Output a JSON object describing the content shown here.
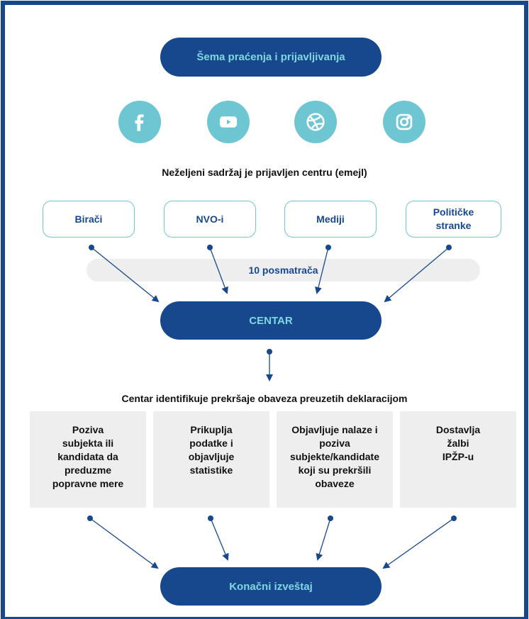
{
  "title": "Šema praćenja i prijavljivanja",
  "social_icons": [
    {
      "name": "facebook-icon"
    },
    {
      "name": "youtube-icon"
    },
    {
      "name": "dribbble-icon"
    },
    {
      "name": "instagram-icon"
    }
  ],
  "report_heading": "Neželjeni sadržaj je prijavljen centru (emejl)",
  "sources": [
    {
      "label": "Birači"
    },
    {
      "label": "NVO-i"
    },
    {
      "label": "Mediji"
    },
    {
      "label": "Političke\nstranke"
    }
  ],
  "observers_label": "10 posmatrača",
  "center_label": "CENTAR",
  "center_heading": "Centar identifikuje prekršaje obaveza preuzetih deklaracijom",
  "actions": [
    {
      "label": "Poziva\nsubjekta ili\nkandidata da\npreduzme\npopravne mere"
    },
    {
      "label": "Prikuplja\npodatke i\nobjavljuje\nstatistike"
    },
    {
      "label": "Objavljuje nalaze i\npoziva\nsubjekte/kandidate\nkoji su prekršili\nobaveze"
    },
    {
      "label": "Dostavlja\nžalbi\nIPŽP-u"
    }
  ],
  "final_label": "Konačni izveštaj",
  "colors": {
    "navy": "#17488e",
    "teal": "#6dc6d1",
    "frame": "#17488e",
    "panel": "#eeeeee"
  }
}
